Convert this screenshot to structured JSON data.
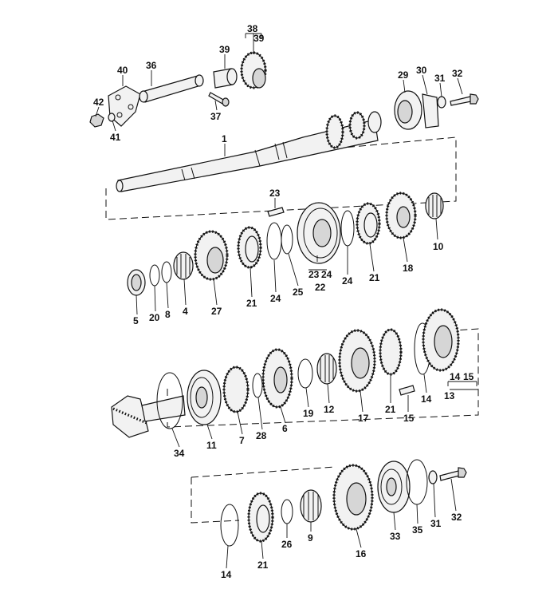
{
  "diagram": {
    "callouts": [
      {
        "id": "38",
        "text": "38"
      },
      {
        "id": "39a",
        "text": "39"
      },
      {
        "id": "39b",
        "text": "39"
      },
      {
        "id": "40",
        "text": "40"
      },
      {
        "id": "36",
        "text": "36"
      },
      {
        "id": "42",
        "text": "42"
      },
      {
        "id": "41",
        "text": "41"
      },
      {
        "id": "37",
        "text": "37"
      },
      {
        "id": "29",
        "text": "29"
      },
      {
        "id": "30",
        "text": "30"
      },
      {
        "id": "31a",
        "text": "31"
      },
      {
        "id": "32a",
        "text": "32"
      },
      {
        "id": "1",
        "text": "1"
      },
      {
        "id": "23a",
        "text": "23"
      },
      {
        "id": "10",
        "text": "10"
      },
      {
        "id": "18",
        "text": "18"
      },
      {
        "id": "21a",
        "text": "21"
      },
      {
        "id": "24a",
        "text": "24"
      },
      {
        "id": "23b",
        "text": "23"
      },
      {
        "id": "24b",
        "text": "24"
      },
      {
        "id": "22",
        "text": "22"
      },
      {
        "id": "25",
        "text": "25"
      },
      {
        "id": "24c",
        "text": "24"
      },
      {
        "id": "21b",
        "text": "21"
      },
      {
        "id": "27",
        "text": "27"
      },
      {
        "id": "4",
        "text": "4"
      },
      {
        "id": "8",
        "text": "8"
      },
      {
        "id": "20",
        "text": "20"
      },
      {
        "id": "5",
        "text": "5"
      },
      {
        "id": "14a",
        "text": "14"
      },
      {
        "id": "15a",
        "text": "15"
      },
      {
        "id": "13",
        "text": "13"
      },
      {
        "id": "14b",
        "text": "14"
      },
      {
        "id": "21c",
        "text": "21"
      },
      {
        "id": "15b",
        "text": "15"
      },
      {
        "id": "17",
        "text": "17"
      },
      {
        "id": "12",
        "text": "12"
      },
      {
        "id": "19",
        "text": "19"
      },
      {
        "id": "6",
        "text": "6"
      },
      {
        "id": "28",
        "text": "28"
      },
      {
        "id": "7",
        "text": "7"
      },
      {
        "id": "11",
        "text": "11"
      },
      {
        "id": "34",
        "text": "34"
      },
      {
        "id": "32b",
        "text": "32"
      },
      {
        "id": "31b",
        "text": "31"
      },
      {
        "id": "35",
        "text": "35"
      },
      {
        "id": "33",
        "text": "33"
      },
      {
        "id": "16",
        "text": "16"
      },
      {
        "id": "9",
        "text": "9"
      },
      {
        "id": "26",
        "text": "26"
      },
      {
        "id": "21d",
        "text": "21"
      },
      {
        "id": "14c",
        "text": "14"
      }
    ]
  }
}
